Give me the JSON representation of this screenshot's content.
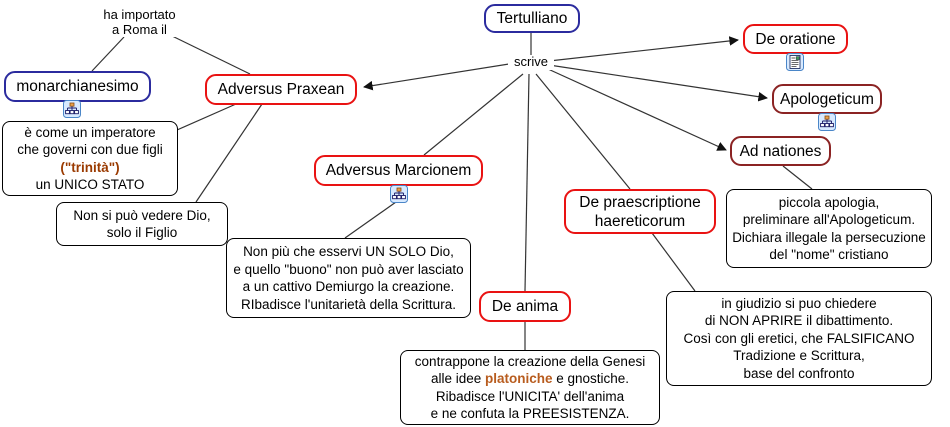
{
  "map": {
    "root": "Tertulliano",
    "link_phrases": {
      "ha_importato": "ha importato\na Roma il",
      "scrive": "scrive"
    },
    "concepts": {
      "monarchianesimo": "monarchianesimo",
      "adversus_praxean": "Adversus Praxean",
      "adversus_marcionem": "Adversus Marcionem",
      "de_anima": "De anima",
      "de_praescriptione": "De praescriptione haereticorum",
      "de_oratione": "De oratione",
      "apologeticum": "Apologeticum",
      "ad_nationes": "Ad nationes"
    },
    "notes": {
      "monarchianesimo_note": {
        "l1": "è come un imperatore",
        "l2": "che governi con due figli",
        "l3": "(\"trinità\")",
        "l4": "un UNICO STATO"
      },
      "praxean_note": "Non si può vedere Dio,\nsolo il Figlio",
      "marcionem_note": "Non più che esservi UN SOLO Dio,\ne quello \"buono\" non può aver lasciato\na un cattivo Demiurgo la creazione.\nRIbadisce l'unitarietà della Scrittura.",
      "anima_note": {
        "l1": "contrappone la creazione della Genesi",
        "l2_pre": "alle idee ",
        "l2_hl": "platoniche",
        "l2_post": " e gnostiche.",
        "l3": "Ribadisce l'UNICITA' dell'anima",
        "l4": "e ne confuta la PREESISTENZA."
      },
      "ad_nationes_note": "piccola apologia,\npreliminare all'Apologeticum.\nDichiara illegale la persecuzione\ndel \"nome\" cristiano",
      "praescriptione_note": "in giudizio si puo chiedere\ndi NON APRIRE il dibattimento.\nCosì con gli eretici, che FALSIFICANO\nTradizione e Scrittura,\nbase del confronto"
    },
    "icons": {
      "monarchianesimo": "concept-map-icon",
      "adversus_marcionem": "concept-map-icon",
      "de_oratione": "document-icon",
      "apologeticum": "concept-map-icon"
    },
    "colors": {
      "root_border": "#2b2b9e",
      "red_border": "#e91212",
      "maroon_border": "#8b2323",
      "trinita_highlight": "#9a3a00",
      "platoniche_highlight": "#b85c1e"
    }
  }
}
